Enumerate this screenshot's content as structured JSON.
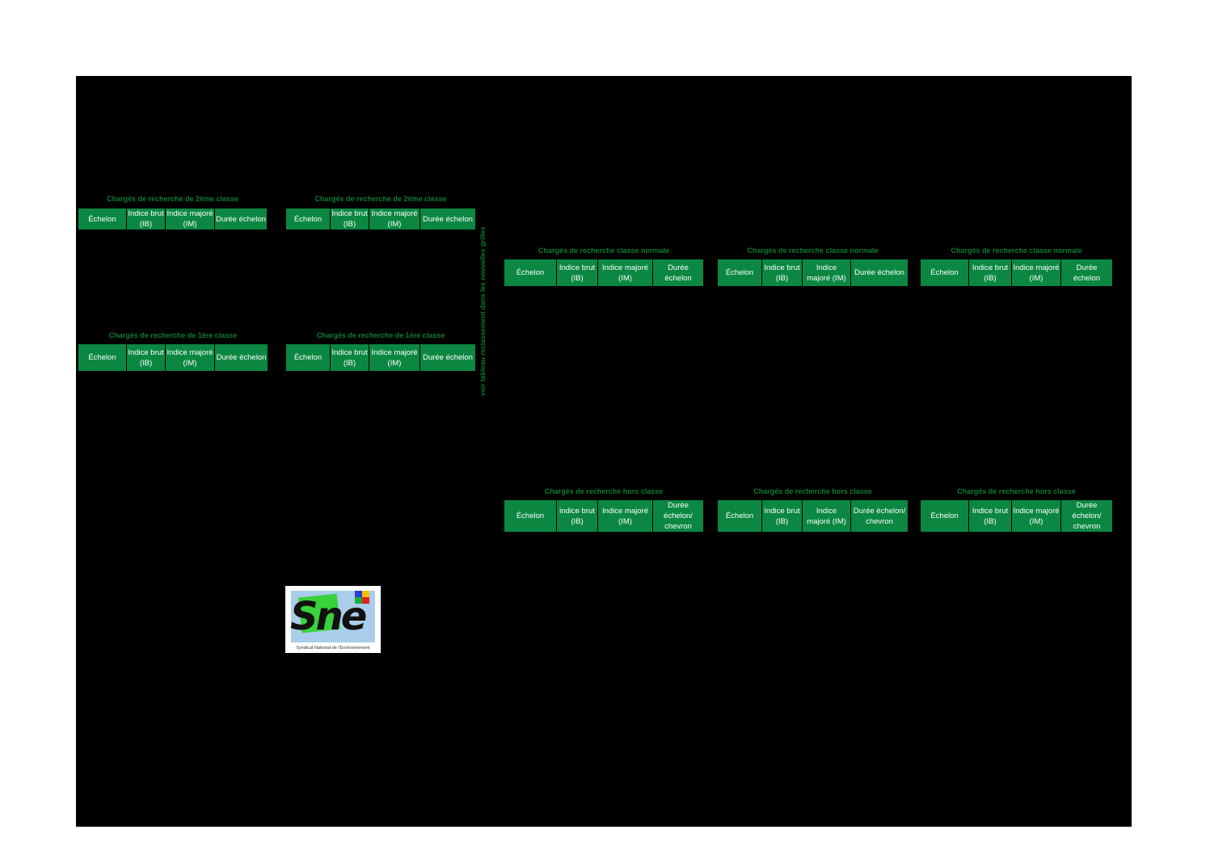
{
  "titles": {
    "t1": "Chargés de recherche de 2ème classe",
    "t2": "Chargés de recherche de 2ème classe",
    "t3": "Chargés de recherche de 1ère classe",
    "t4": "Chargés de recherche de 1ère classe",
    "n1": "Chargés de recherche classe normale",
    "n2": "Chargés de recherche classe normale",
    "n3": "Chargés de recherche classe normale",
    "h1": "Chargés de recherche hors classe",
    "h2": "Chargés de recherche hors classe",
    "h3": "Chargés de recherche hors classe"
  },
  "headers": {
    "t1": [
      "Échelon",
      "Indice brut (IB)",
      "Indice majoré (IM)",
      "Durée échelon"
    ],
    "t2": [
      "Échelon",
      "Indice brut (IB)",
      "Indice majoré (IM)",
      "Durée échelon"
    ],
    "t3": [
      "Échelon",
      "Indice brut (IB)",
      "Indice majoré (IM)",
      "Durée échelon"
    ],
    "t4": [
      "Échelon",
      "Indice brut (IB)",
      "Indice majoré (IM)",
      "Durée échelon"
    ],
    "n1": [
      "Échelon",
      "Indice brut (IB)",
      "Indice majoré (IM)",
      "Durée échelon"
    ],
    "n2": [
      "Échelon",
      "Indice brut (IB)",
      "Indice majoré (IM)",
      "Durée échelon"
    ],
    "n3": [
      "Échelon",
      "Indice brut (IB)",
      "Indice majoré (IM)",
      "Durée échelon"
    ],
    "h1": [
      "Échelon",
      "indice brut (IB)",
      "Indice majoré (IM)",
      "Durée échelon/ chevron"
    ],
    "h2": [
      "Échelon",
      "Indice brut (IB)",
      "Indice majoré (IM)",
      "Durée échelon/ chevron"
    ],
    "h3": [
      "Échelon",
      "Indice brut (IB)",
      "Indice majoré (IM)",
      "Durée échelon/ chevron"
    ]
  },
  "note": "voir tableau reclassement dans les nouvelles grilles",
  "logo": {
    "word": "Sne",
    "caption": "Syndicat National de l'Environnement"
  },
  "colors": {
    "header_bg": "#0b8742",
    "title": "#0a7d32",
    "sheet": "#000000"
  }
}
